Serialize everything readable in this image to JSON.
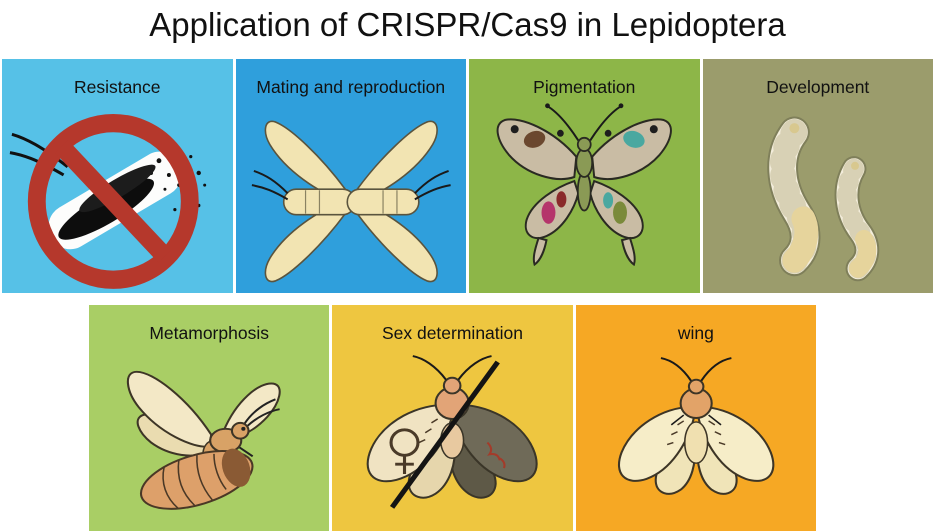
{
  "title": "Application of CRISPR/Cas9 in Lepidoptera",
  "panels": [
    {
      "label": "Resistance",
      "color": "#56c1e7",
      "icon": "prohibited-pest-icon"
    },
    {
      "label": "Mating and reproduction",
      "color": "#2f9fdc",
      "icon": "mating-moths-icon"
    },
    {
      "label": "Pigmentation",
      "color": "#8db648",
      "icon": "pigmented-butterfly-icon"
    },
    {
      "label": "Development",
      "color": "#9b9c6c",
      "icon": "larvae-icon"
    },
    {
      "label": "Metamorphosis",
      "color": "#a9ce65",
      "icon": "moth-emerging-pupa-icon"
    },
    {
      "label": "Sex determination",
      "color": "#eec640",
      "icon": "sexed-moth-icon"
    },
    {
      "label": "wing",
      "color": "#f6a824",
      "icon": "moth-wing-icon"
    }
  ],
  "accent_colors": {
    "prohibition_red": "#b5382c",
    "moth_cream": "#f2e4b2",
    "wing_tan": "#c9bca4",
    "pupa_brown": "#dda06a",
    "dark_wing": "#6f6a58"
  }
}
